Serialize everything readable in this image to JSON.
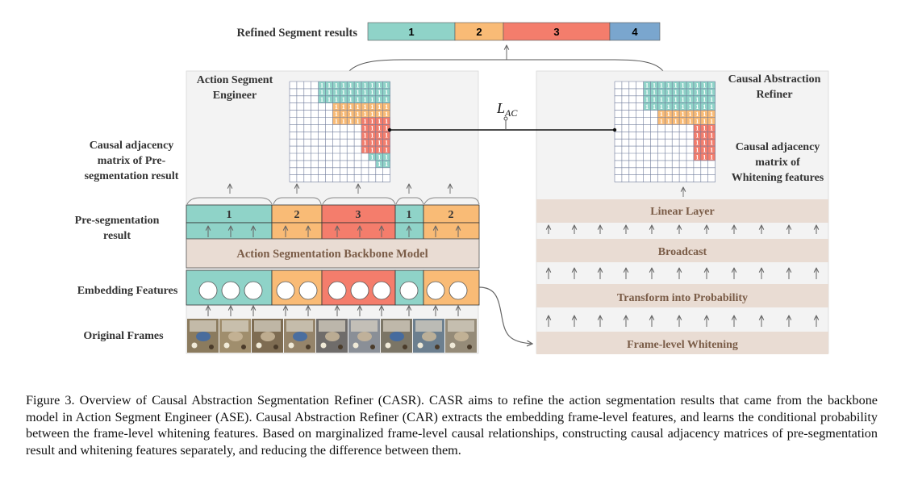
{
  "colors": {
    "teal": "#8fd3c8",
    "orange": "#f9bb76",
    "red": "#f47d6c",
    "blue": "#7aa6ce",
    "beige": "#e9dcd3",
    "panel_bg": "#f3f3f3",
    "label_brown": "#7a5c47",
    "grid_line": "#6e7a9a"
  },
  "refined": {
    "title": "Refined Segment results",
    "segments": [
      {
        "label": "1",
        "color": "teal"
      },
      {
        "label": "2",
        "color": "orange"
      },
      {
        "label": "3",
        "color": "red"
      },
      {
        "label": "4",
        "color": "blue"
      }
    ]
  },
  "loss_label": "L",
  "loss_subscript": "AC",
  "ase": {
    "title_line1": "Action Segment",
    "title_line2": "Engineer",
    "matrix_label_line1": "Causal adjacency",
    "matrix_label_line2": "matrix of Pre-",
    "matrix_label_line3": "segmentation result",
    "matrix_cell_value": "1",
    "preseg_label_line1": "Pre-segmentation",
    "preseg_label_line2": "result",
    "preseg_segments": [
      {
        "label": "1",
        "color": "teal"
      },
      {
        "label": "2",
        "color": "orange"
      },
      {
        "label": "3",
        "color": "red"
      },
      {
        "label": "1",
        "color": "teal"
      },
      {
        "label": "2",
        "color": "orange"
      }
    ],
    "backbone_label": "Action Segmentation Backbone Model",
    "embedding_label": "Embedding Features",
    "frames_label": "Original Frames"
  },
  "car": {
    "title_line1": "Causal Abstraction",
    "title_line2": "Refiner",
    "matrix_label_line1": "Causal adjacency",
    "matrix_label_line2": "matrix of",
    "matrix_label_line3": "Whitening features",
    "matrix_cell_value": "1",
    "layers": [
      "Linear Layer",
      "Broadcast",
      "Transform into Probability",
      "Frame-level Whitening"
    ]
  },
  "caption": "Figure 3. Overview of Causal Abstraction Segmentation Refiner (CASR). CASR aims to refine the action segmentation results that came from the backbone model in Action Segment Engineer (ASE). Causal Abstraction Refiner (CAR) extracts the embedding frame-level features, and learns the conditional probability between the frame-level whitening features. Based on marginalized frame-level causal relationships, constructing causal adjacency matrices of pre-segmentation result and whitening features separately, and reducing the difference between them."
}
